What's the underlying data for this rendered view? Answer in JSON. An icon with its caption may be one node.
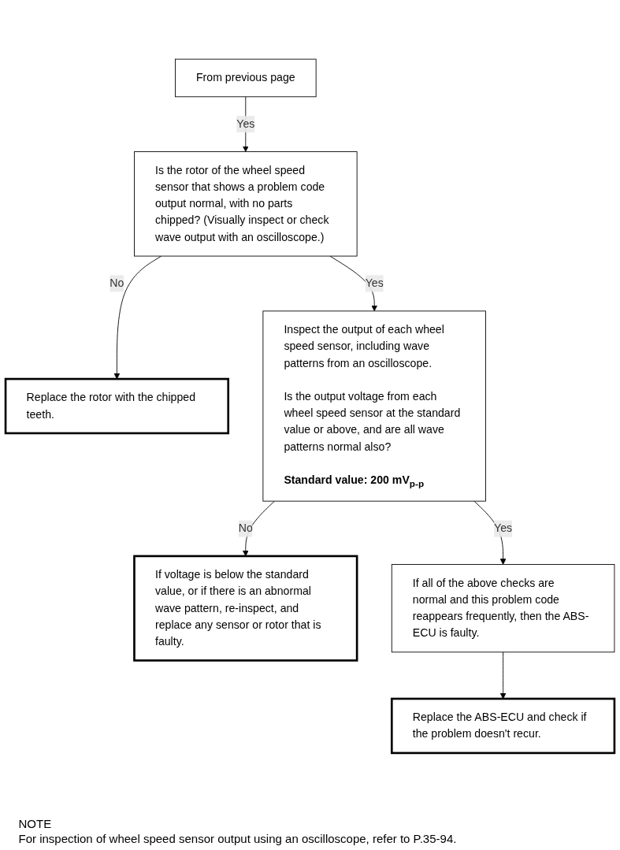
{
  "diagram": {
    "nodes": [
      {
        "text": [
          "From previous page"
        ]
      },
      {
        "text": [
          "Is the rotor of the wheel speed sensor that shows a problem code output normal, with no parts chipped? (Visually inspect or check wave output with an oscilloscope.)"
        ]
      },
      {
        "text": [
          "Replace the rotor with the chipped teeth."
        ]
      },
      {
        "text": [
          "Inspect the output of each wheel speed sensor, including wave patterns from an oscilloscope.",
          "Is the output voltage from each wheel speed sensor at the standard value or above, and are all wave patterns normal also?",
          "Standard value: 200 mV$_{p-p}$"
        ]
      },
      {
        "text": [
          "If voltage is below the standard value, or if there is an abnormal wave pattern, re-inspect, and replace any sensor or rotor that is faulty."
        ]
      },
      {
        "text": [
          "If all of the above checks are normal and this problem code reappears frequently, then the ABS-ECU is faulty."
        ]
      },
      {
        "text": [
          "Replace the ABS-ECU and check if the problem doesn't recur."
        ]
      }
    ],
    "edges": [
      {
        "from": 0,
        "to": 1,
        "arrow": "to",
        "label": "Yes"
      },
      {
        "from": 1,
        "to": 2,
        "arrow": "to",
        "label": "No"
      },
      {
        "from": 1,
        "to": 3,
        "arrow": "to",
        "label": "Yes"
      },
      {
        "from": 3,
        "to": 4,
        "arrow": "to",
        "label": "No"
      },
      {
        "from": 3,
        "to": 5,
        "arrow": "to",
        "label": "Yes"
      },
      {
        "from": 5,
        "to": 6,
        "arrow": "to"
      }
    ],
    "labels": [
      "NOTE",
      "For inspection of wheel speed sensor output using an oscilloscope, refer to P.35-94."
    ]
  }
}
